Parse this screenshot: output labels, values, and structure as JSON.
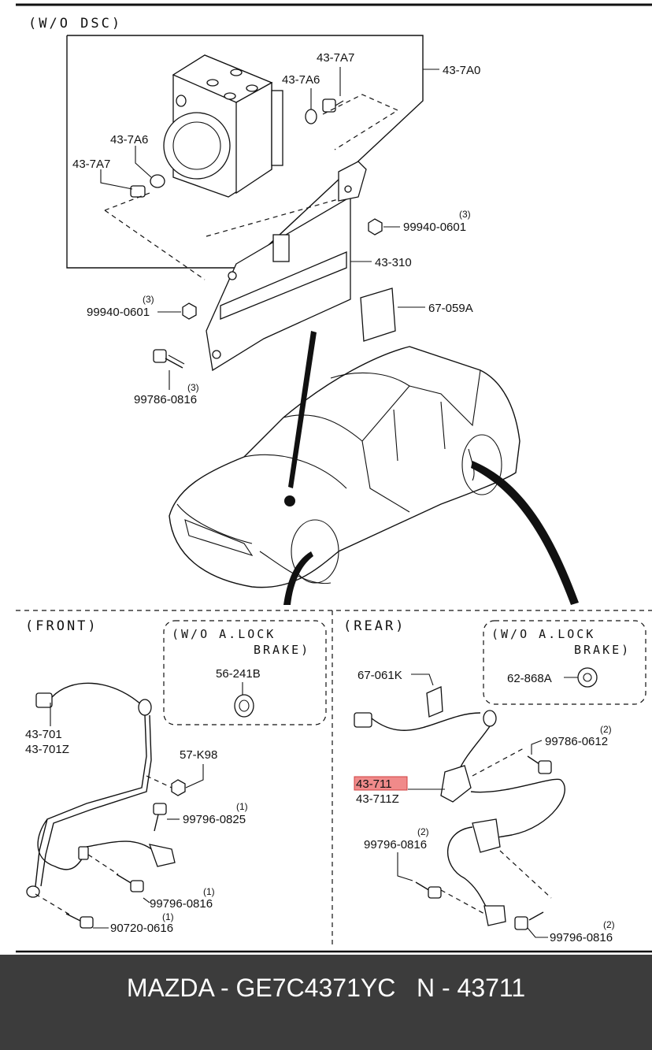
{
  "top": {
    "wo_dsc": "(W/O DSC)",
    "labels": {
      "p43_7A0": "43-7A0",
      "p43_7A7_a": "43-7A7",
      "p43_7A6_a": "43-7A6",
      "p43_7A6_b": "43-7A6",
      "p43_7A7_b": "43-7A7",
      "p99940_a": "99940-0601",
      "p99940_a_qty": "(3)",
      "p43_310": "43-310",
      "p67_059A": "67-059A",
      "p99940_b": "99940-0601",
      "p99940_b_qty": "(3)",
      "p99786_0816": "99786-0816",
      "p99786_0816_qty": "(3)"
    }
  },
  "front": {
    "title": "(FRONT)",
    "box_line1": "(W/O A.LOCK",
    "box_line2": "BRAKE)",
    "labels": {
      "p56_241B": "56-241B",
      "p43_701": "43-701",
      "p43_701Z": "43-701Z",
      "p57_K98": "57-K98",
      "p99796_0825": "99796-0825",
      "p99796_0825_qty": "(1)",
      "p99796_0816": "99796-0816",
      "p99796_0816_qty": "(1)",
      "p90720_0616": "90720-0616",
      "p90720_0616_qty": "(1)"
    }
  },
  "rear": {
    "title": "(REAR)",
    "box_line1": "(W/O A.LOCK",
    "box_line2": "BRAKE)",
    "labels": {
      "p67_061K": "67-061K",
      "p62_868A": "62-868A",
      "p99786_0612": "99786-0612",
      "p99786_0612_qty": "(2)",
      "p43_711": "43-711",
      "p43_711Z": "43-711Z",
      "p99796_0816_a": "99796-0816",
      "p99796_0816_a_qty": "(2)",
      "p99796_0816_b": "99796-0816",
      "p99796_0816_b_qty": "(2)"
    }
  },
  "footer": {
    "text": "MAZDA - GE7C4371YC   N - 43711"
  },
  "colors": {
    "highlight": "#f08a8a",
    "footer_bg": "#3c3c3c"
  }
}
